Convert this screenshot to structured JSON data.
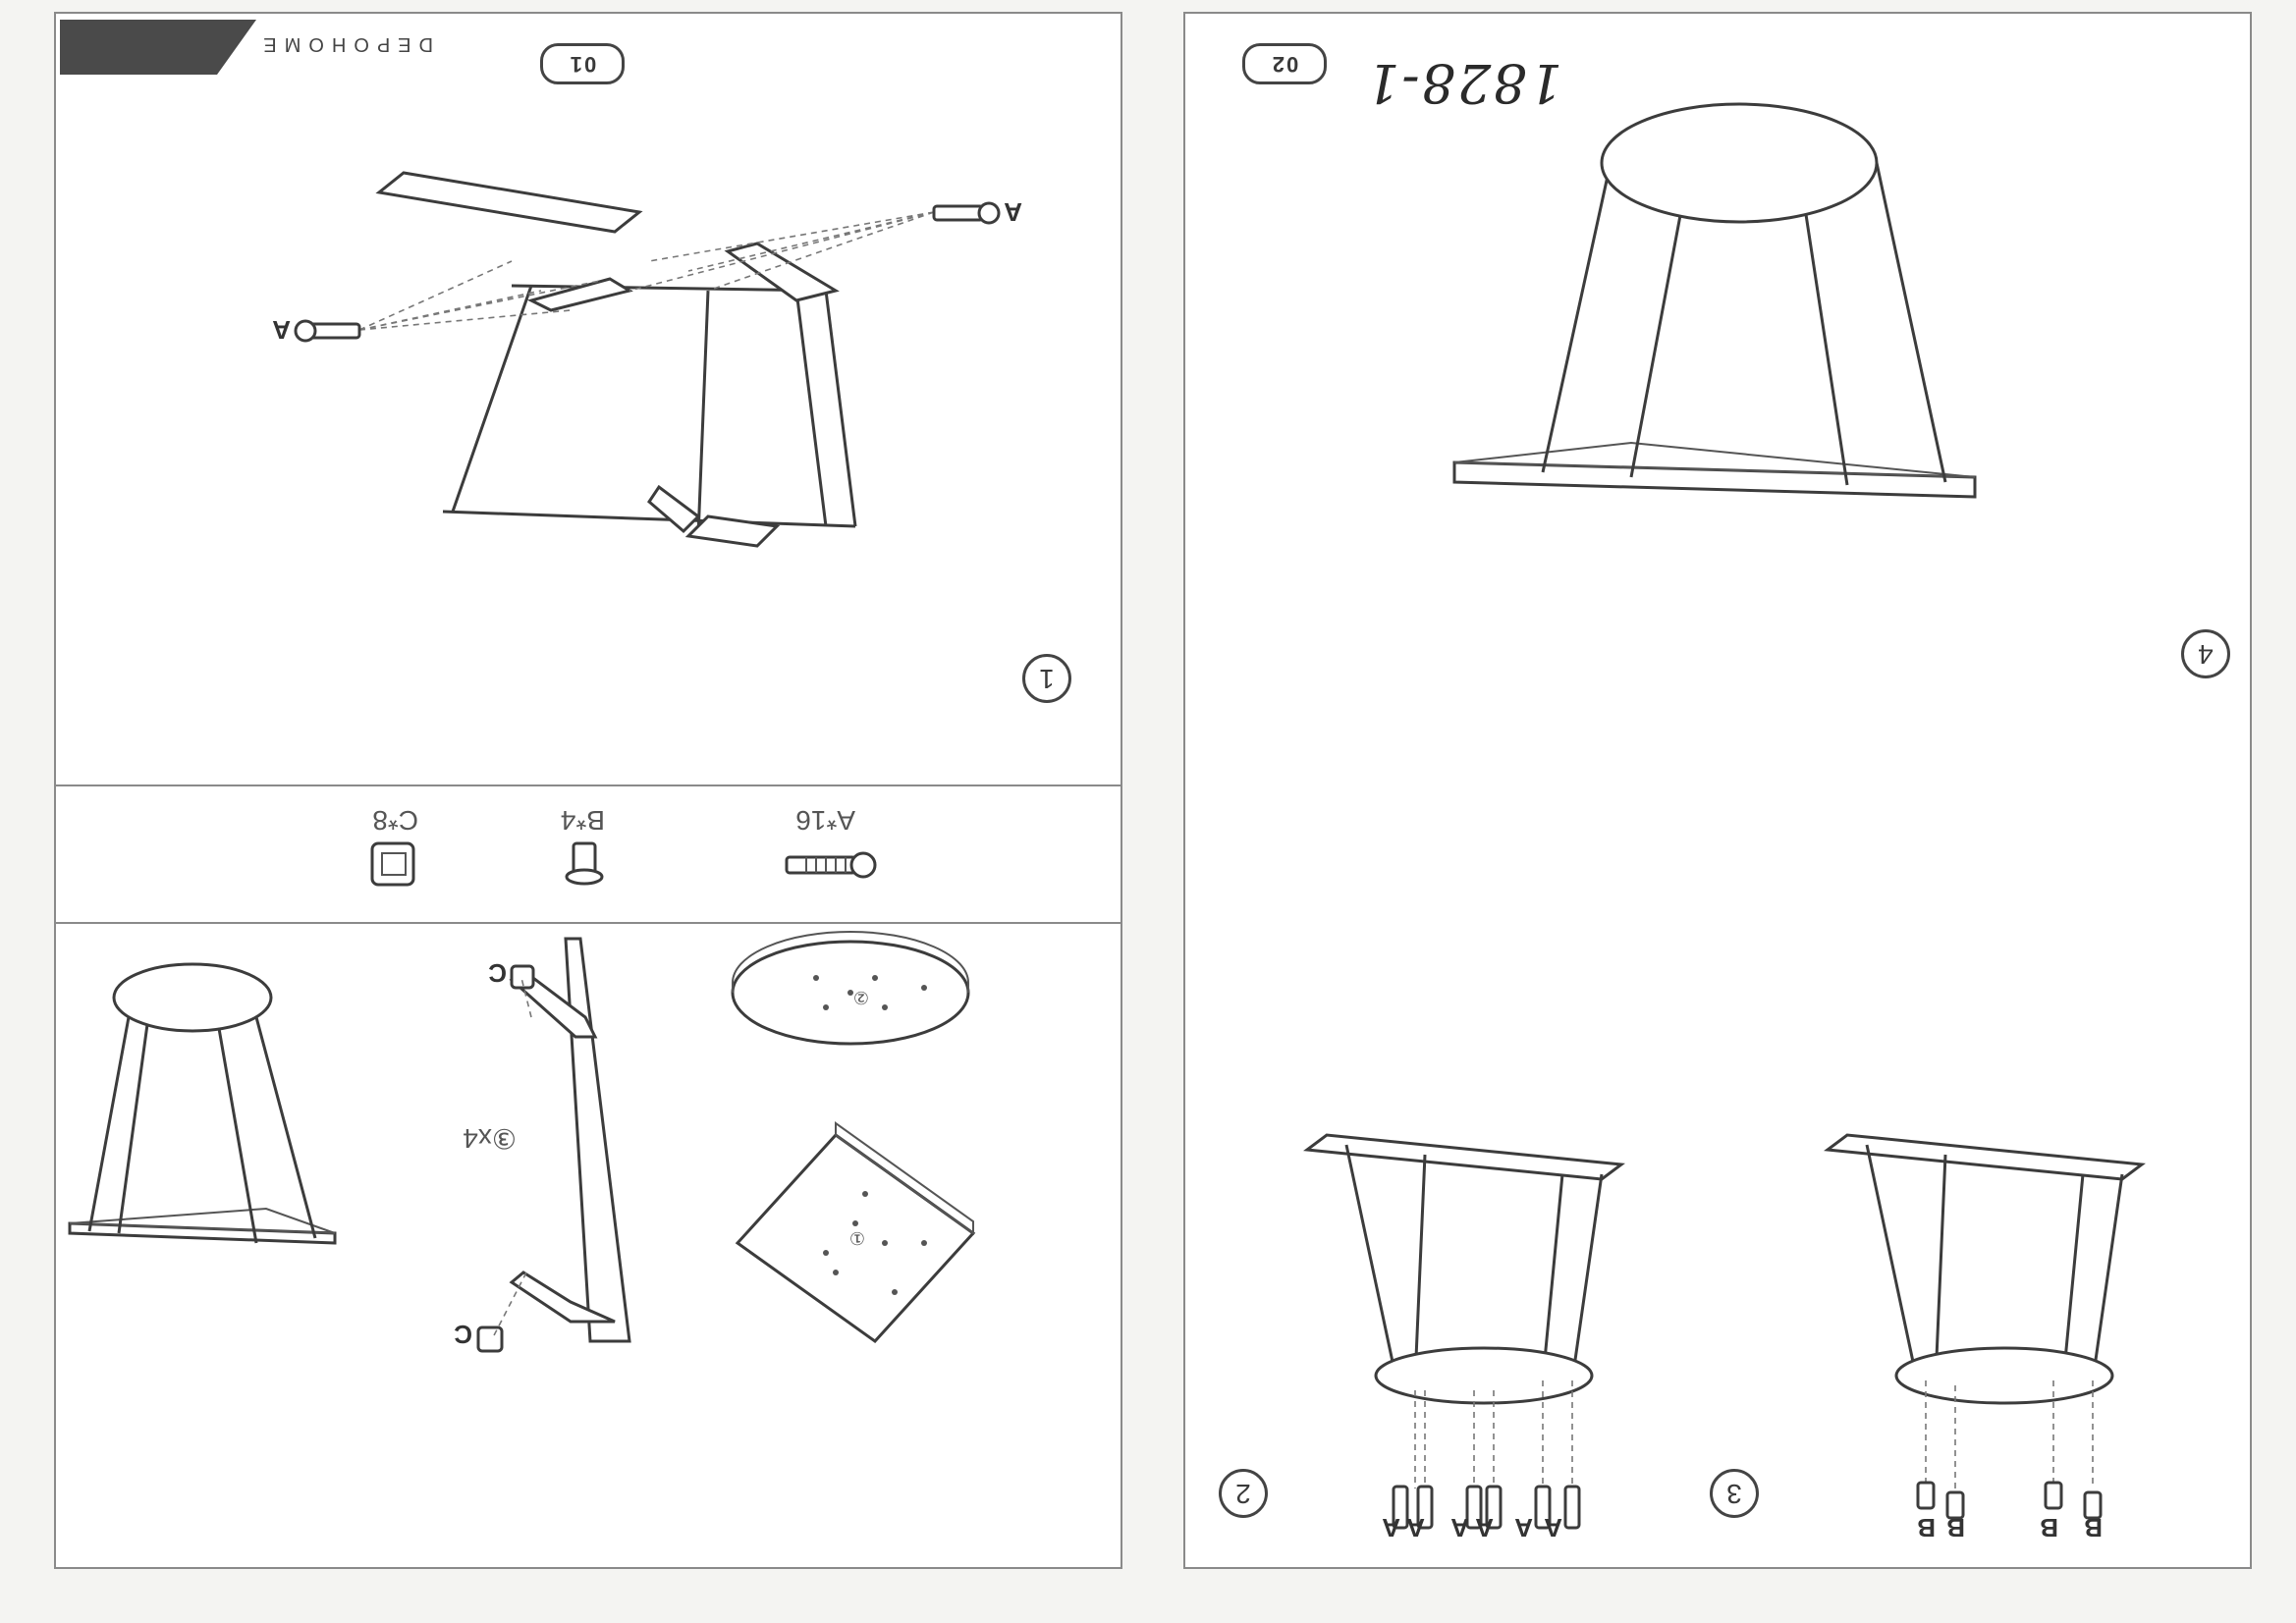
{
  "left_page": {
    "page_number": "01",
    "brand": "DEPOHOME",
    "parts": [
      {
        "name": "screw",
        "label": "A*16"
      },
      {
        "name": "foot",
        "label": "B*4"
      },
      {
        "name": "connector",
        "label": "C*8"
      }
    ],
    "leg_count": "③x4",
    "leg_clip_label": "C",
    "part_markers": {
      "top_board": "①",
      "round_shelf": "②",
      "leg": "③"
    },
    "steps": [
      {
        "number": "1",
        "callouts": [
          "A",
          "A"
        ]
      }
    ]
  },
  "right_page": {
    "page_number": "02",
    "model_code": "1828-1",
    "steps": [
      {
        "number": "2",
        "callouts": [
          "A",
          "A",
          "A",
          "A",
          "A",
          "A"
        ]
      },
      {
        "number": "3",
        "callouts": [
          "B",
          "B",
          "B",
          "B"
        ]
      },
      {
        "number": "4",
        "callouts": []
      }
    ]
  },
  "colors": {
    "ink": "#3c3c3c",
    "paper": "#ffffff",
    "border": "#8a8a8a"
  }
}
